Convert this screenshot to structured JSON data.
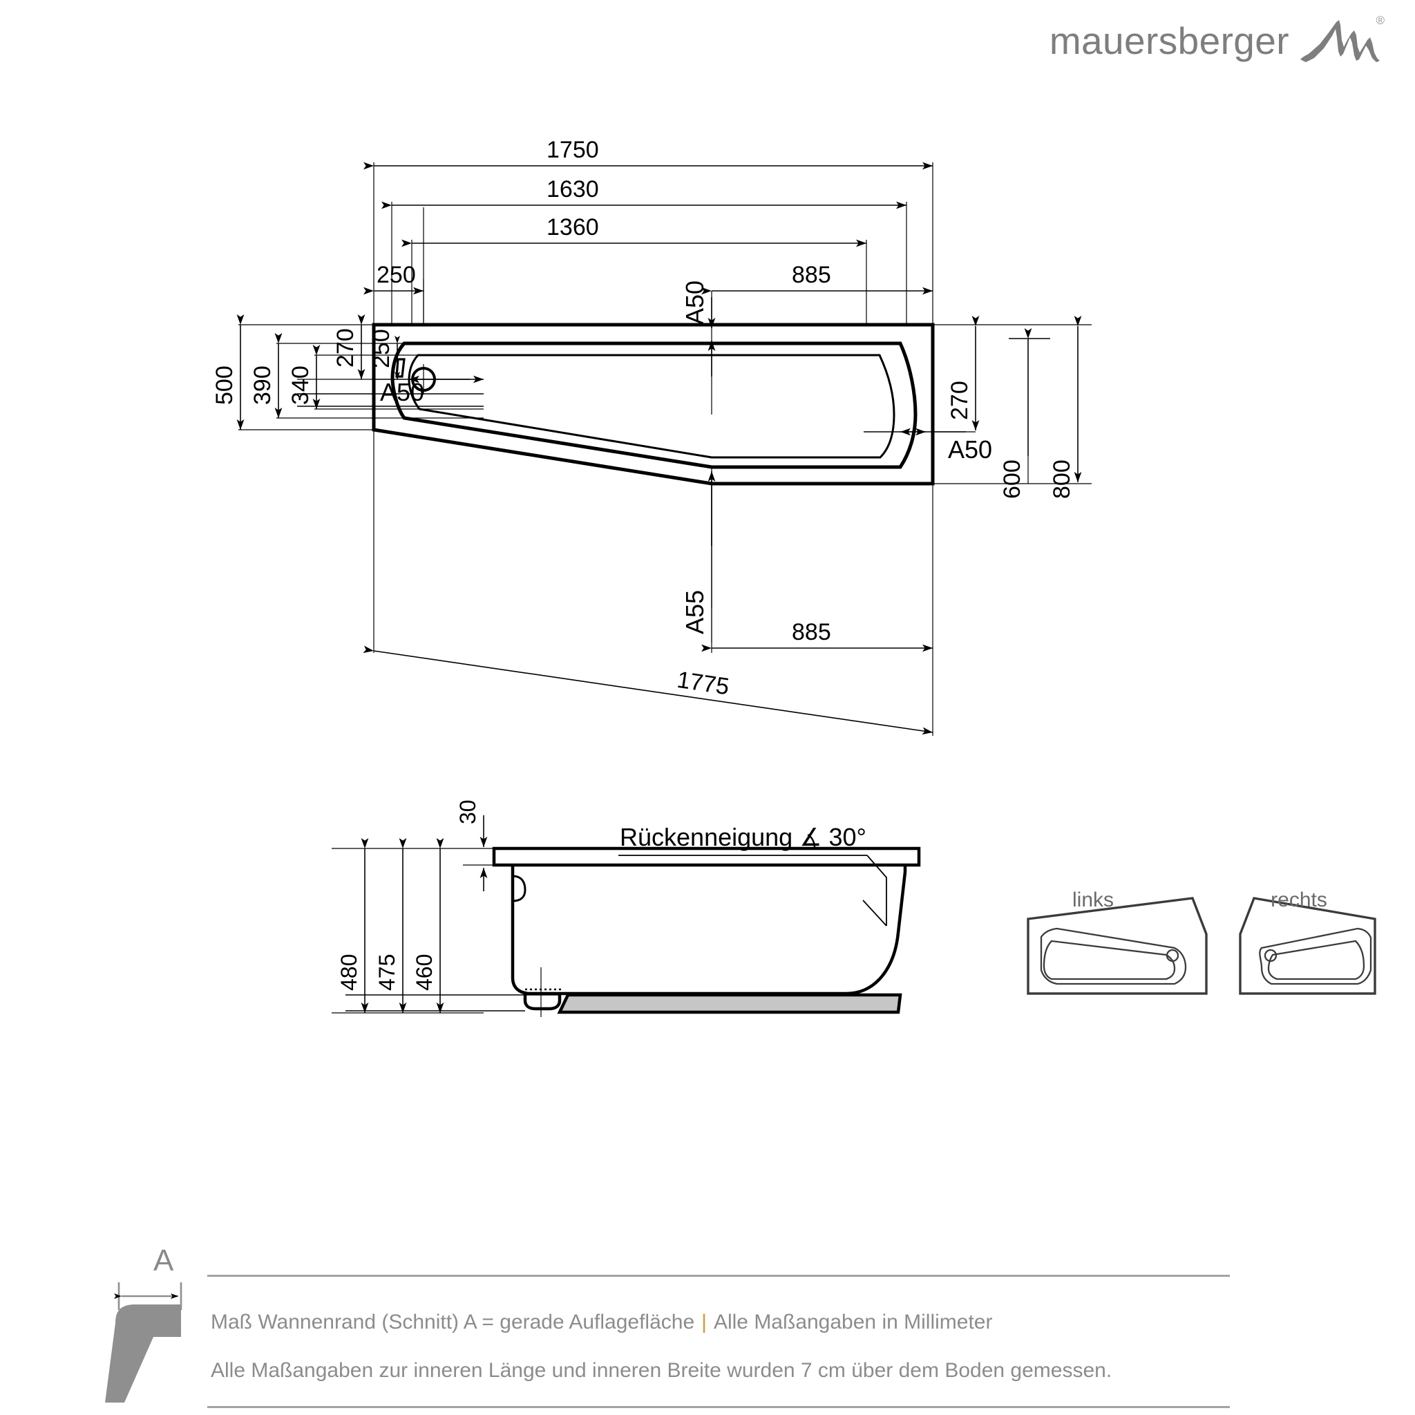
{
  "brand": {
    "name": "mauersberger",
    "registered": "®",
    "logo_color": "#7e7e7e",
    "mark_icon": "mountain-brushstroke-icon"
  },
  "plan_view": {
    "label": "plan-view-bathtub",
    "top_dimensions": [
      {
        "value": "1750",
        "desc": "overall outer length"
      },
      {
        "value": "1630",
        "desc": "inner rim length"
      },
      {
        "value": "1360",
        "desc": "inner basin length"
      },
      {
        "value": "250",
        "desc": "drain centre offset from left"
      },
      {
        "value": "885",
        "desc": "offset to waist, top"
      }
    ],
    "left_dimensions": [
      {
        "value": "500",
        "desc": "overall width at left end"
      },
      {
        "value": "390",
        "desc": "inner rim width left"
      },
      {
        "value": "340",
        "desc": "inner basin width left"
      },
      {
        "value": "270",
        "desc": "rim to centre left"
      },
      {
        "value": "250",
        "desc": "basin to centre left"
      }
    ],
    "right_dimensions": [
      {
        "value": "270",
        "desc": "rim offset right"
      },
      {
        "value": "600",
        "desc": "inner width right end"
      },
      {
        "value": "800",
        "desc": "overall width right end"
      }
    ],
    "edge_callouts": [
      {
        "value": "A50",
        "desc": "rim width left"
      },
      {
        "value": "A50",
        "desc": "rim width top"
      },
      {
        "value": "A50",
        "desc": "rim width right"
      },
      {
        "value": "A55",
        "desc": "rim width angled front"
      }
    ],
    "bottom_dimensions": [
      {
        "value": "885",
        "desc": "offset to waist, bottom"
      },
      {
        "value": "1775",
        "desc": "angled front edge length"
      }
    ]
  },
  "section_view": {
    "label": "section-view-bathtub",
    "note": "Rückenneigung",
    "angle_symbol": "∡",
    "angle_value": "30°",
    "height_dimensions": [
      {
        "value": "30",
        "desc": "rim thickness"
      },
      {
        "value": "480",
        "desc": "total height"
      },
      {
        "value": "475",
        "desc": "height to rim underside"
      },
      {
        "value": "460",
        "desc": "inner depth"
      }
    ]
  },
  "orientation_thumbs": [
    {
      "label": "links",
      "name": "thumbnail-left-version"
    },
    {
      "label": "rechts",
      "name": "thumbnail-right-version"
    }
  ],
  "footer": {
    "section_letter": "A",
    "line1_part1": "Maß Wannenrand (Schnitt) A = gerade Auflagefläche",
    "line1_sep": "|",
    "line1_part2": "Alle Maßangaben in Millimeter",
    "line2": "Alle Maßangaben zur inneren Länge und inneren Breite wurden 7 cm über dem Boden gemessen.",
    "text_color": "#8c8c8c",
    "accent_color": "#d99a2b",
    "profile_icon": "rim-profile-section-icon"
  }
}
